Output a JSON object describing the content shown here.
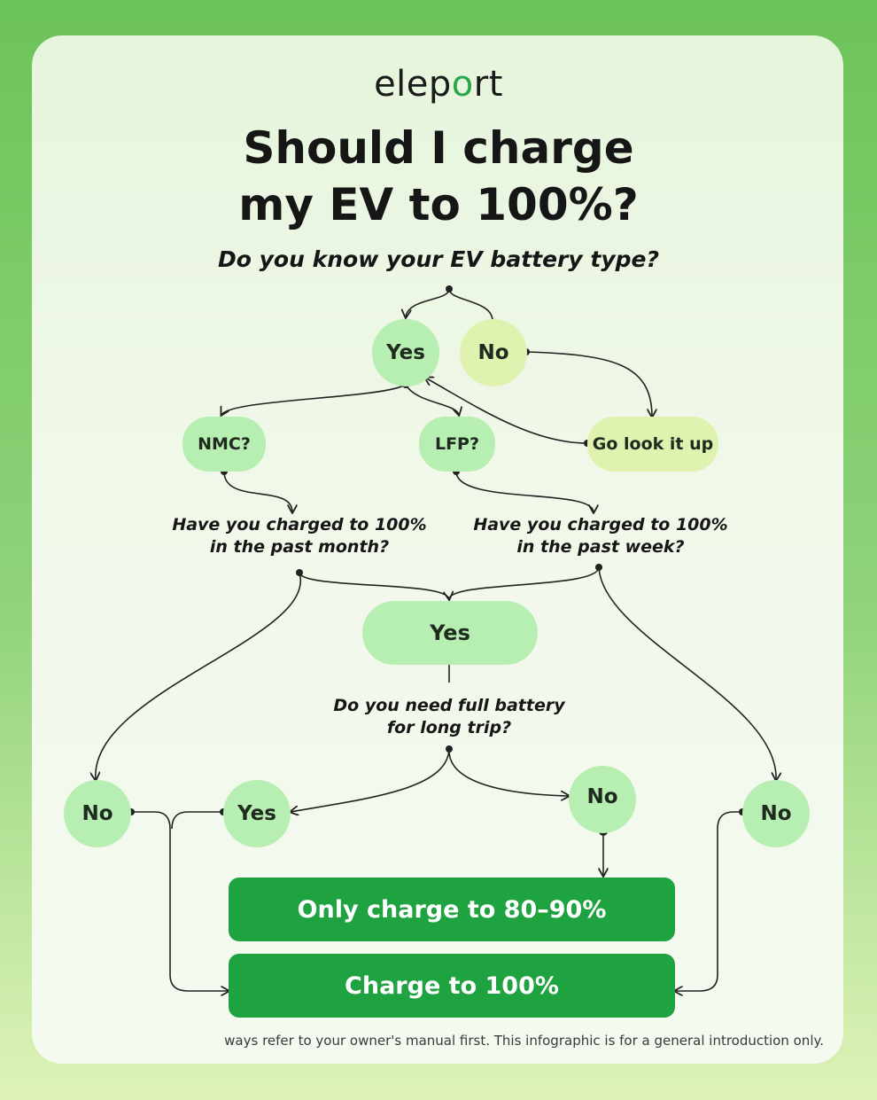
{
  "brand": {
    "logo_pre": "elep",
    "logo_o": "o",
    "logo_post": "rt",
    "accent": "#1fa340"
  },
  "title": {
    "line1": "Should I charge",
    "line2": "my EV to 100%?"
  },
  "question_battery": "Do you know your EV battery type?",
  "nodes": {
    "yes_top": "Yes",
    "no_top": "No",
    "nmc": "NMC?",
    "lfp": "LFP?",
    "look_up": "Go look it up",
    "nmc_q_line1": "Have you charged to 100%",
    "nmc_q_line2": "in the past month?",
    "lfp_q_line1": "Have you charged to 100%",
    "lfp_q_line2": "in the past week?",
    "yes_mid": "Yes",
    "trip_q_line1": "Do you need full battery",
    "trip_q_line2": "for long trip?",
    "no_left": "No",
    "yes_trip": "Yes",
    "no_trip": "No",
    "no_right": "No"
  },
  "actions": {
    "charge_80_90": "Only charge to 80–90%",
    "charge_100": "Charge to 100%"
  },
  "footer": "ways refer to your owner's manual first. This infographic is for a general introduction only."
}
